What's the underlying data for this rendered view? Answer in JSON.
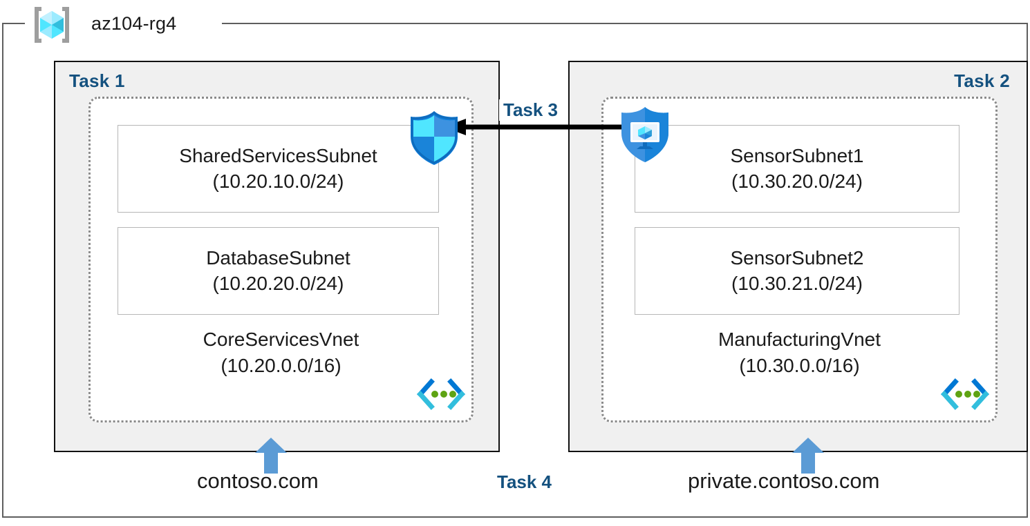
{
  "diagram": {
    "resource_group": {
      "name": "az104-rg4",
      "icon": "resource-group-cube-icon"
    },
    "panels": [
      {
        "id": "left",
        "task_label": "Task 1",
        "vnet": {
          "name": "CoreServicesVnet",
          "cidr": "(10.20.0.0/16)",
          "icon": "virtual-network-icon"
        },
        "subnets": [
          {
            "name": "SharedServicesSubnet",
            "cidr": "(10.20.10.0/24)"
          },
          {
            "name": "DatabaseSubnet",
            "cidr": "(10.20.20.0/24)"
          }
        ],
        "dns_zone": "contoso.com",
        "attached_icon": "network-security-group-shield-icon"
      },
      {
        "id": "right",
        "task_label": "Task 2",
        "vnet": {
          "name": "ManufacturingVnet",
          "cidr": "(10.30.0.0/16)",
          "icon": "virtual-network-icon"
        },
        "subnets": [
          {
            "name": "SensorSubnet1",
            "cidr": "(10.30.20.0/24)"
          },
          {
            "name": "SensorSubnet2",
            "cidr": "(10.30.21.0/24)"
          }
        ],
        "dns_zone": "private.contoso.com",
        "attached_icon": "protected-virtual-machine-shield-icon"
      }
    ],
    "connections": [
      {
        "label": "Task 3",
        "type": "vnet-peering-arrow",
        "direction": "right-to-left"
      },
      {
        "label": "Task 4",
        "type": "dns-zone-annotation"
      }
    ],
    "colors": {
      "task_label": "#14517f",
      "panel_fill": "#f0f0f0",
      "panel_border": "#111111",
      "vnet_border": "#8a8a8a",
      "subnet_border": "#b6b6b6",
      "rg_border": "#5e5e5e",
      "dns_arrow": "#5b9bd5",
      "arrow": "#000000",
      "text": "#1a1a1a"
    }
  }
}
